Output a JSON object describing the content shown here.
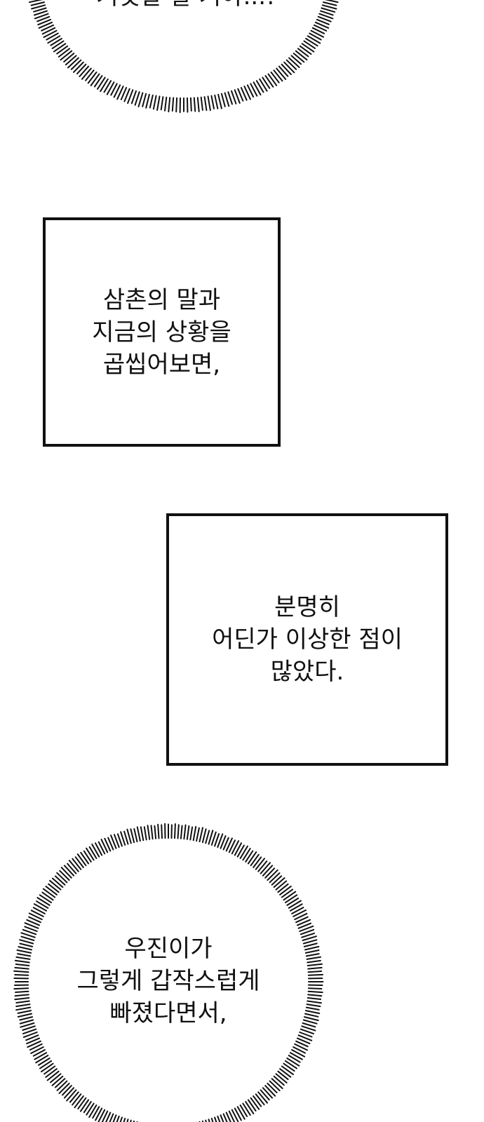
{
  "top_bubble": {
    "text": "거짓말 할 거야...!"
  },
  "narration_1": {
    "lines": [
      "삼촌의 말과",
      "지금의 상황을",
      "곱씹어보면,"
    ]
  },
  "narration_2": {
    "lines": [
      "분명히",
      "어딘가 이상한 점이",
      "많았다."
    ]
  },
  "thought_bubble": {
    "lines": [
      "우진이가",
      "그렇게 갑작스럽게",
      "빠졌다면서,"
    ]
  },
  "colors": {
    "ink": "#111111",
    "paper": "#ffffff"
  }
}
